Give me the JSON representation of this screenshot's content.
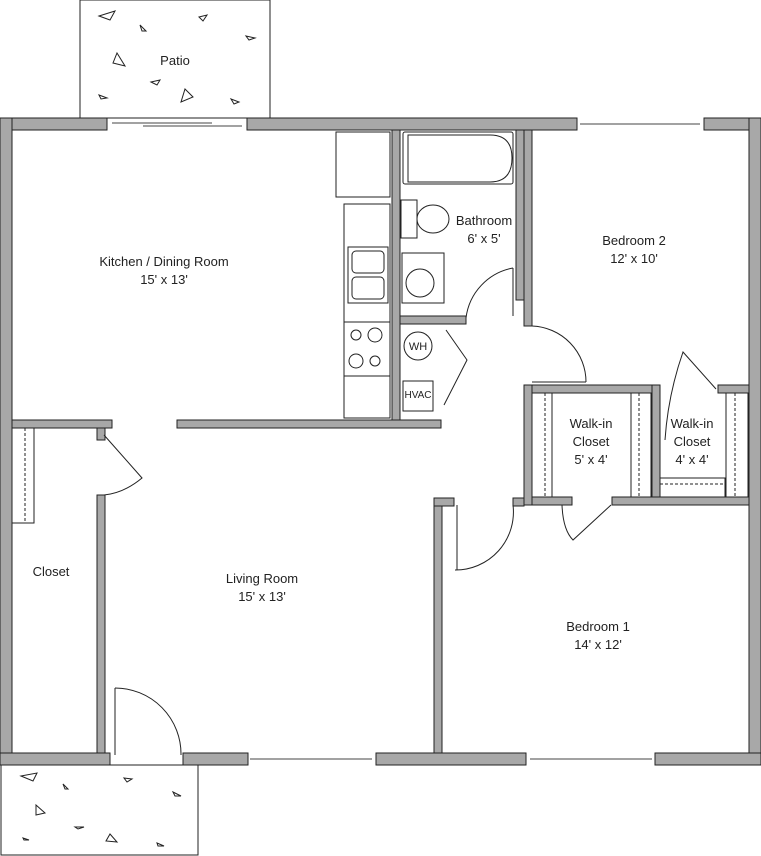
{
  "colors": {
    "wall": "#a8a8a8",
    "outline": "#222222",
    "background": "#ffffff"
  },
  "rooms": {
    "patio_top": {
      "name": "Patio"
    },
    "kitchen": {
      "name": "Kitchen / Dining Room",
      "size": "15' x 13'"
    },
    "bathroom": {
      "name": "Bathroom",
      "size": "6' x 5'"
    },
    "bedroom2": {
      "name": "Bedroom 2",
      "size": "12' x 10'"
    },
    "walkin1": {
      "name1": "Walk-in",
      "name2": "Closet",
      "size": "5' x 4'"
    },
    "walkin2": {
      "name1": "Walk-in",
      "name2": "Closet",
      "size": "4' x 4'"
    },
    "closet": {
      "name": "Closet"
    },
    "living": {
      "name": "Living Room",
      "size": "15' x 13'"
    },
    "bedroom1": {
      "name": "Bedroom 1",
      "size": "14' x 12'"
    }
  },
  "fixtures": {
    "water_heater": "WH",
    "hvac": "HVAC"
  }
}
